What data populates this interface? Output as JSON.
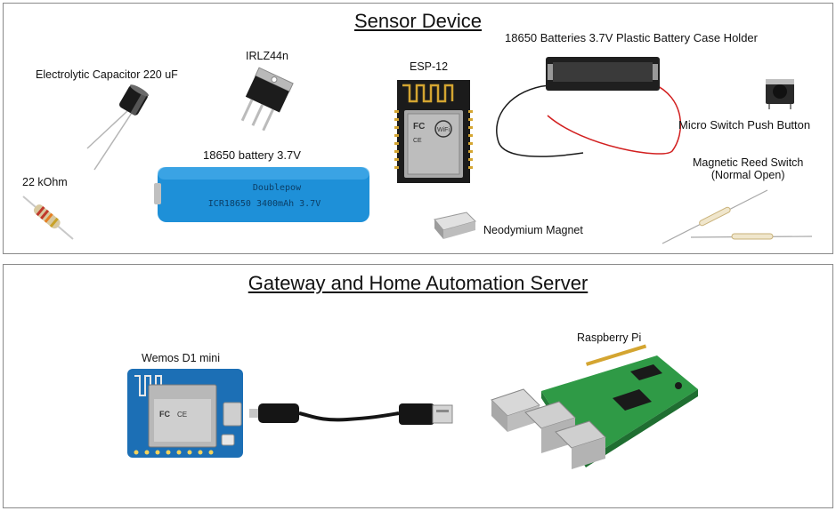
{
  "sensor_panel": {
    "title": "Sensor Device",
    "labels": {
      "capacitor": "Electrolytic Capacitor 220 uF",
      "mosfet": "IRLZ44n",
      "esp": "ESP-12",
      "battery_holder": "18650 Batteries 3.7V Plastic Battery Case Holder",
      "push_button": "Micro Switch Push Button",
      "battery": "18650 battery 3.7V",
      "resistor": "22 kOhm",
      "magnet": "Neodymium Magnet",
      "reed_switch_line1": "Magnetic Reed Switch",
      "reed_switch_line2": "(Normal Open)"
    },
    "battery_print": {
      "brand": "Doublepow",
      "spec": "ICR18650 3400mAh 3.7V"
    }
  },
  "gateway_panel": {
    "title": "Gateway and Home Automation Server",
    "labels": {
      "wemos": "Wemos D1 mini",
      "raspberry_pi": "Raspberry Pi"
    }
  },
  "colors": {
    "panel_border": "#8a8a8a",
    "battery_blue": "#1e90d8",
    "pcb_blue": "#1c6fb5",
    "pcb_green": "#2f9a46",
    "module_black": "#1b1b1b",
    "wire_red": "#d22020"
  }
}
